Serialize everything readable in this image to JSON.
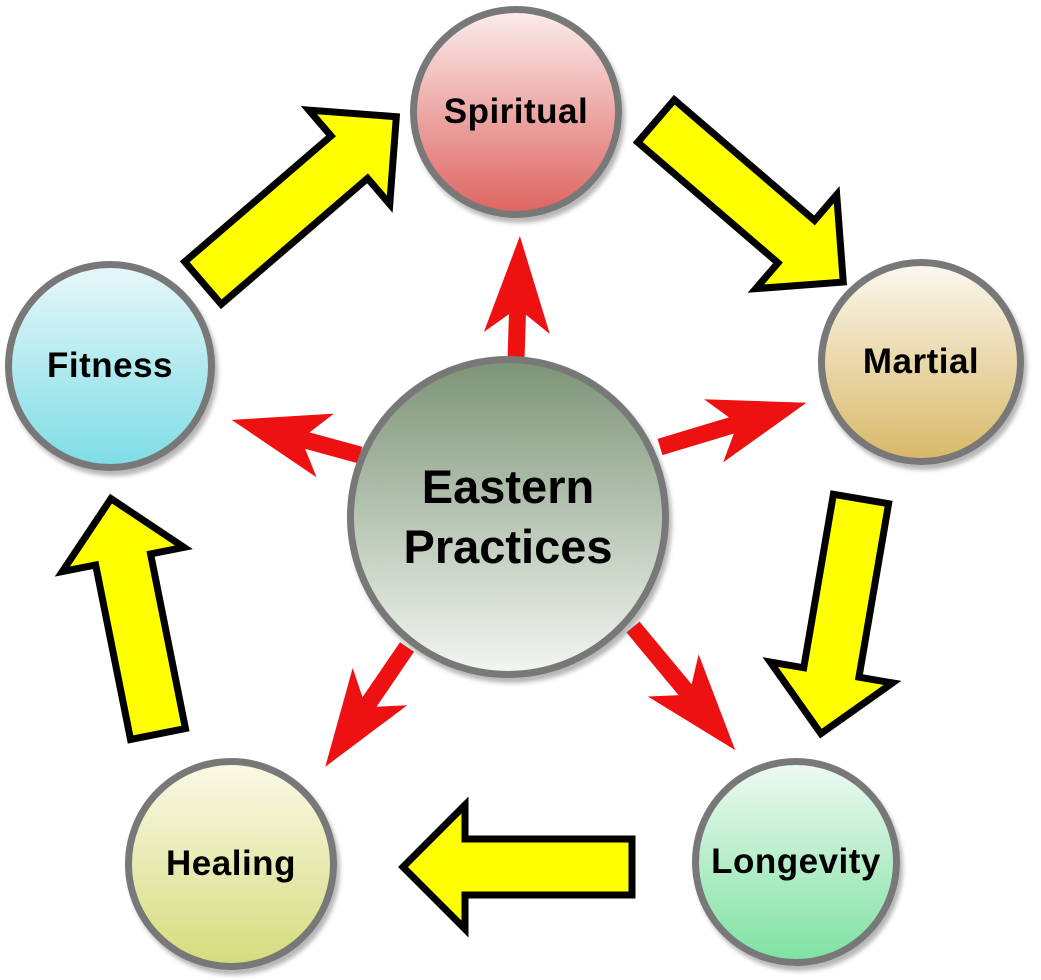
{
  "diagram": {
    "title": "Eastern Practices",
    "background_color": "#FFFFFF",
    "node_border_color": "#787878",
    "center": {
      "label": "Eastern Practices",
      "label_line1": "Eastern",
      "label_line2": "Practices",
      "gradient_top": "#7D9578",
      "gradient_bottom": "#F2F5F0"
    },
    "nodes": [
      {
        "id": "spiritual",
        "label": "Spiritual",
        "position": "top",
        "gradient_top": "#FBEBEB",
        "gradient_bottom": "#DE6661"
      },
      {
        "id": "martial",
        "label": "Martial",
        "position": "right",
        "gradient_top": "#FBF7ED",
        "gradient_bottom": "#D9B969"
      },
      {
        "id": "longevity",
        "label": "Longevity",
        "position": "bottom-right",
        "gradient_top": "#EDF9F1",
        "gradient_bottom": "#80E2A3"
      },
      {
        "id": "healing",
        "label": "Healing",
        "position": "bottom-left",
        "gradient_top": "#F9F9E6",
        "gradient_bottom": "#D6DC7D"
      },
      {
        "id": "fitness",
        "label": "Fitness",
        "position": "left",
        "gradient_top": "#E6F7F9",
        "gradient_bottom": "#7FDDE6"
      }
    ],
    "spoke_arrows": {
      "color": "#EE1111",
      "style": "stealth-head",
      "from": "Eastern Practices",
      "targets": [
        "Spiritual",
        "Martial",
        "Longevity",
        "Healing",
        "Fitness"
      ]
    },
    "cycle_arrows": {
      "fill_color": "#FFFF00",
      "outline_color": "#000000",
      "direction": "clockwise",
      "sequence": [
        "Fitness → Spiritual",
        "Spiritual → Martial",
        "Martial → Longevity",
        "Longevity → Healing",
        "Healing → Fitness"
      ]
    }
  }
}
